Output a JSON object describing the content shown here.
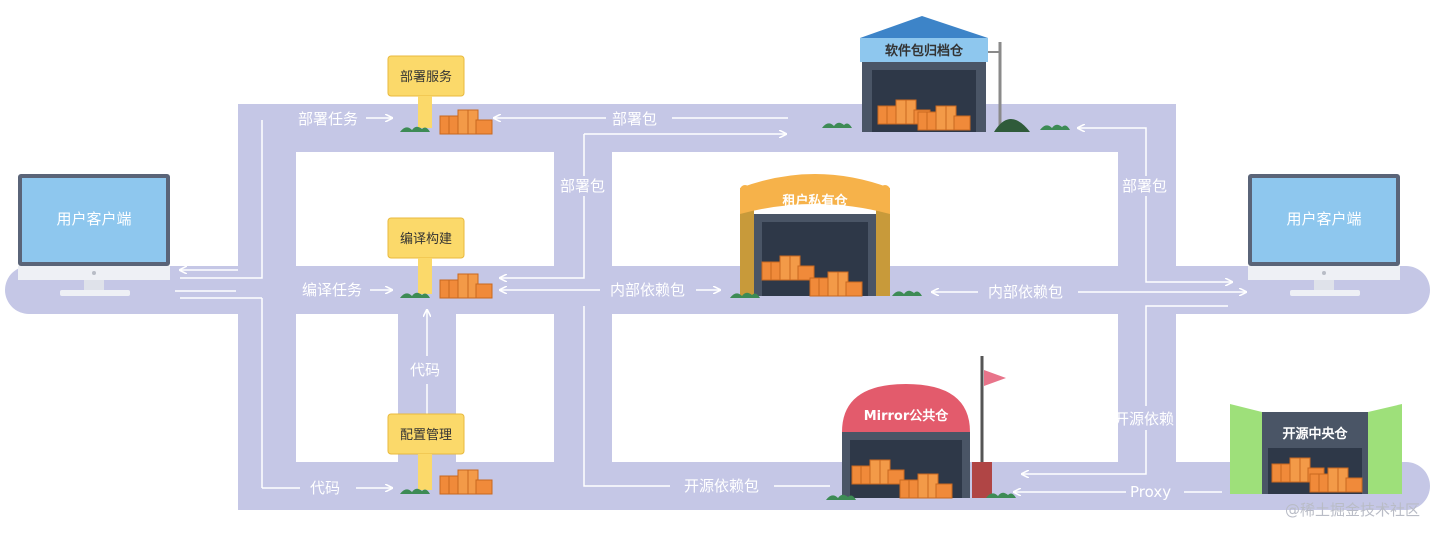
{
  "clients": {
    "left": "用户客户端",
    "right": "用户客户端"
  },
  "signs": {
    "deploy_service": "部署服务",
    "build": "编译构建",
    "config": "配置管理"
  },
  "warehouses": {
    "artifact": "软件包归档仓",
    "private": "租户私有仓",
    "mirror": "Mirror公共仓",
    "central": "开源中央仓"
  },
  "edges": {
    "deploy_task": "部署任务",
    "deploy_pkg_top": "部署包",
    "deploy_pkg_mid": "部署包",
    "deploy_pkg_right": "部署包",
    "build_task": "编译任务",
    "internal_dep_left": "内部依赖包",
    "internal_dep_right": "内部依赖包",
    "code_vertical": "代码",
    "code_bottom": "代码",
    "oss_dep_bottom": "开源依赖包",
    "oss_dep_right": "开源依赖",
    "proxy": "Proxy"
  },
  "watermark": "@稀土掘金技术社区",
  "colors": {
    "road": "#c5c7e6",
    "monitor_screen": "#8ec7ee",
    "sign": "#fbd96a",
    "box": "#f08a3a",
    "artifact_roof": "#3d84c8",
    "private_roof": "#f6b24a",
    "mirror_roof": "#e35b6c",
    "central_wall": "#9ee07a"
  }
}
